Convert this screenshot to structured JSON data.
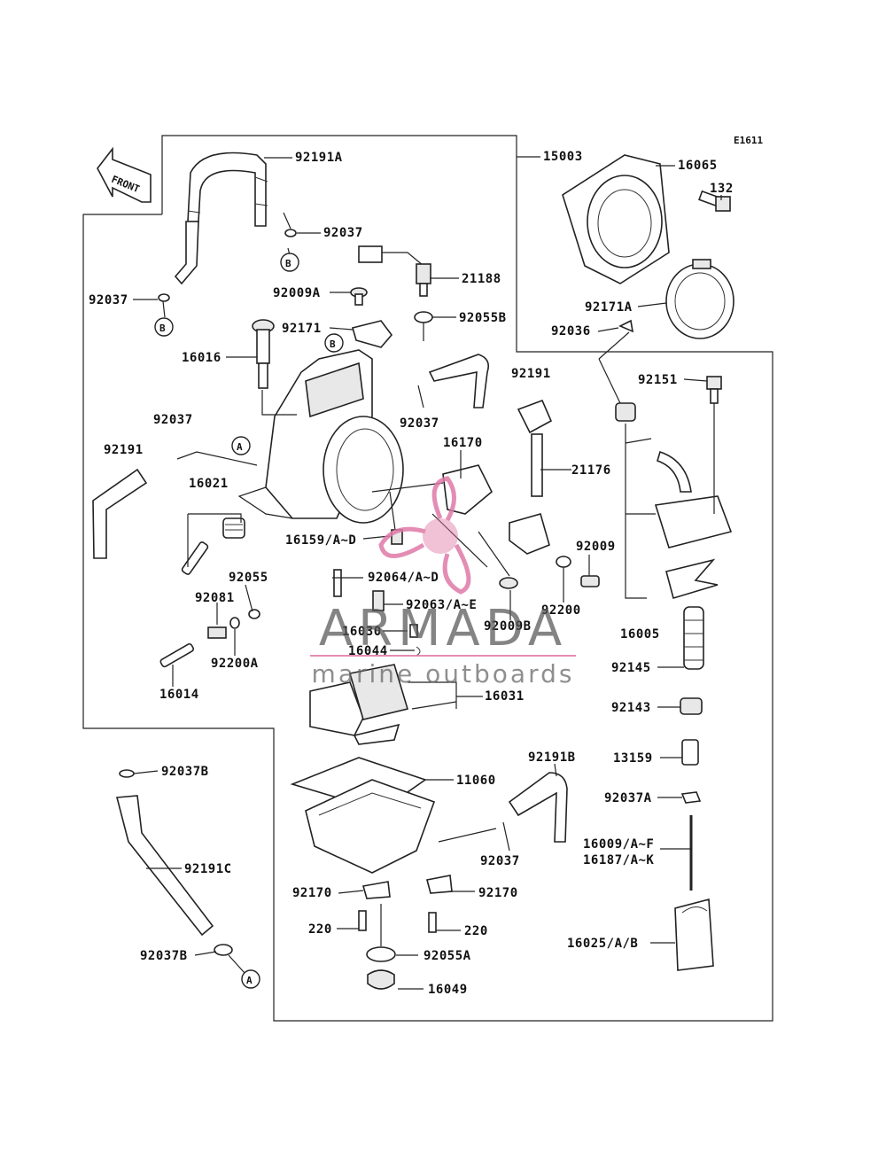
{
  "diagram_code": "E1611",
  "front_label": "FRONT",
  "markers": {
    "a": "A",
    "b": "B"
  },
  "watermark": {
    "brand": "ARMADA",
    "tagline": "marine outboards",
    "color": "#e07aa8"
  },
  "labels": {
    "p92191A": "92191A",
    "p92037_top": "92037",
    "p92037_left": "92037",
    "p21188": "21188",
    "p92009A": "92009A",
    "p92055B": "92055B",
    "p92171": "92171",
    "p16016": "16016",
    "p92037_mid": "92037",
    "p92037_b": "92037",
    "p92191_left": "92191",
    "p16021": "16021",
    "p16159": "16159/A~D",
    "p92055": "92055",
    "p92081": "92081",
    "p92200A": "92200A",
    "p16014": "16014",
    "p92064": "92064/A~D",
    "p92063": "92063/A~E",
    "p16030": "16030",
    "p16044": "16044",
    "p92009B": "92009B",
    "p16031": "16031",
    "p92191_mid": "92191",
    "p16170": "16170",
    "p21176": "21176",
    "p92009": "92009",
    "p92200": "92200",
    "p15003": "15003",
    "p16065": "16065",
    "p132": "132",
    "p92171A": "92171A",
    "p92036": "92036",
    "p92151": "92151",
    "p16005": "16005",
    "p92145": "92145",
    "p92143": "92143",
    "p13159": "13159",
    "p92037A": "92037A",
    "p16009": "16009/A~F",
    "p16187": "16187/A~K",
    "p16025": "16025/A/B",
    "p92191B": "92191B",
    "p11060": "11060",
    "p92037_low": "92037",
    "p92170_l": "92170",
    "p92170_r": "92170",
    "p220_l": "220",
    "p220_r": "220",
    "p92055A": "92055A",
    "p16049": "16049",
    "p92037B_t": "92037B",
    "p92191C": "92191C",
    "p92037B_b": "92037B"
  }
}
